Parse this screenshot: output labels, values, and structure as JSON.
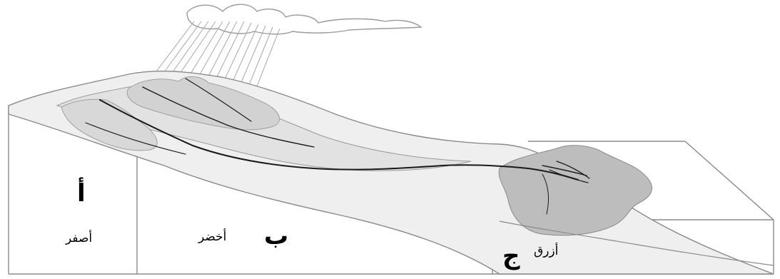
{
  "labels": {
    "zone_a": {
      "letter": "أ",
      "color_name": "أصفر"
    },
    "zone_b": {
      "letter": "ب",
      "color_name": "أخضر"
    },
    "zone_c": {
      "letter": "ج",
      "color_name": "أزرق"
    }
  },
  "colors": {
    "stroke": "#7a7a7a",
    "river": "#1a1a1a",
    "land_light": "#efefef",
    "land_mid": "#d2d2d2",
    "lake": "#bdbdbd",
    "cloud_stroke": "#9a9a9a",
    "rain": "#a8a8a8"
  }
}
